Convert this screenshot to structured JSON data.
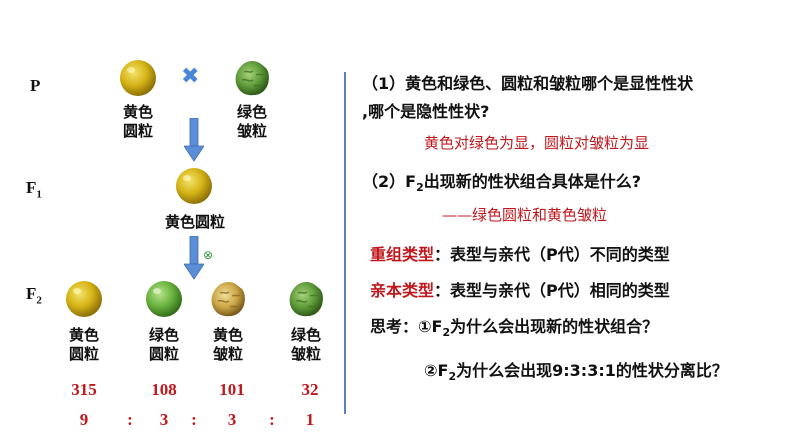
{
  "generations": {
    "p": "P",
    "f1_base": "F",
    "f1_sub": "1",
    "f2_base": "F",
    "f2_sub": "2"
  },
  "parents": {
    "left": {
      "line1": "黄色",
      "line2": "圆粒"
    },
    "right": {
      "line1": "绿色",
      "line2": "皱粒"
    },
    "cross_symbol": "✖"
  },
  "f1": {
    "label": "黄色圆粒"
  },
  "self_symbol": "⊗",
  "f2": [
    {
      "line1": "黄色",
      "line2": "圆粒",
      "count": "315",
      "ratio": "9"
    },
    {
      "line1": "绿色",
      "line2": "圆粒",
      "count": "108",
      "ratio": "3"
    },
    {
      "line1": "黄色",
      "line2": "皱粒",
      "count": "101",
      "ratio": "3"
    },
    {
      "line1": "绿色",
      "line2": "皱粒",
      "count": "32",
      "ratio": "1"
    }
  ],
  "ratio_sep": ":",
  "right_panel": {
    "q1_line1": "（1）黄色和绿色、圆粒和皱粒哪个是显性性状",
    "q1_line2": ",哪个是隐性性状?",
    "a1": "黄色对绿色为显，圆粒对皱粒为显",
    "q2_prefix": "（2）F",
    "q2_sub": "2",
    "q2_suffix": "出现新的性状组合具体是什么?",
    "a2": "——绿色圆粒和黄色皱粒",
    "term1": "重组类型",
    "def1": "：表型与亲代（P代）不同的类型",
    "term2": "亲本类型",
    "def2": "：表型与亲代（P代）相同的类型",
    "think_prefix": "思考：①F",
    "think_sub": "2",
    "think_suffix": "为什么会出现新的性状组合？",
    "think2_prefix": "②F",
    "think2_sub": "2",
    "think2_suffix": "为什么会出现9:3:3:1的性状分离比？"
  },
  "colors": {
    "answer_red": "#c0171c",
    "arrow_blue": "#5b8ed6",
    "cross_blue": "#4a86d8",
    "pea_yellow": "#d6b81a",
    "pea_green": "#6db444",
    "divider": "#5b7fb6"
  }
}
